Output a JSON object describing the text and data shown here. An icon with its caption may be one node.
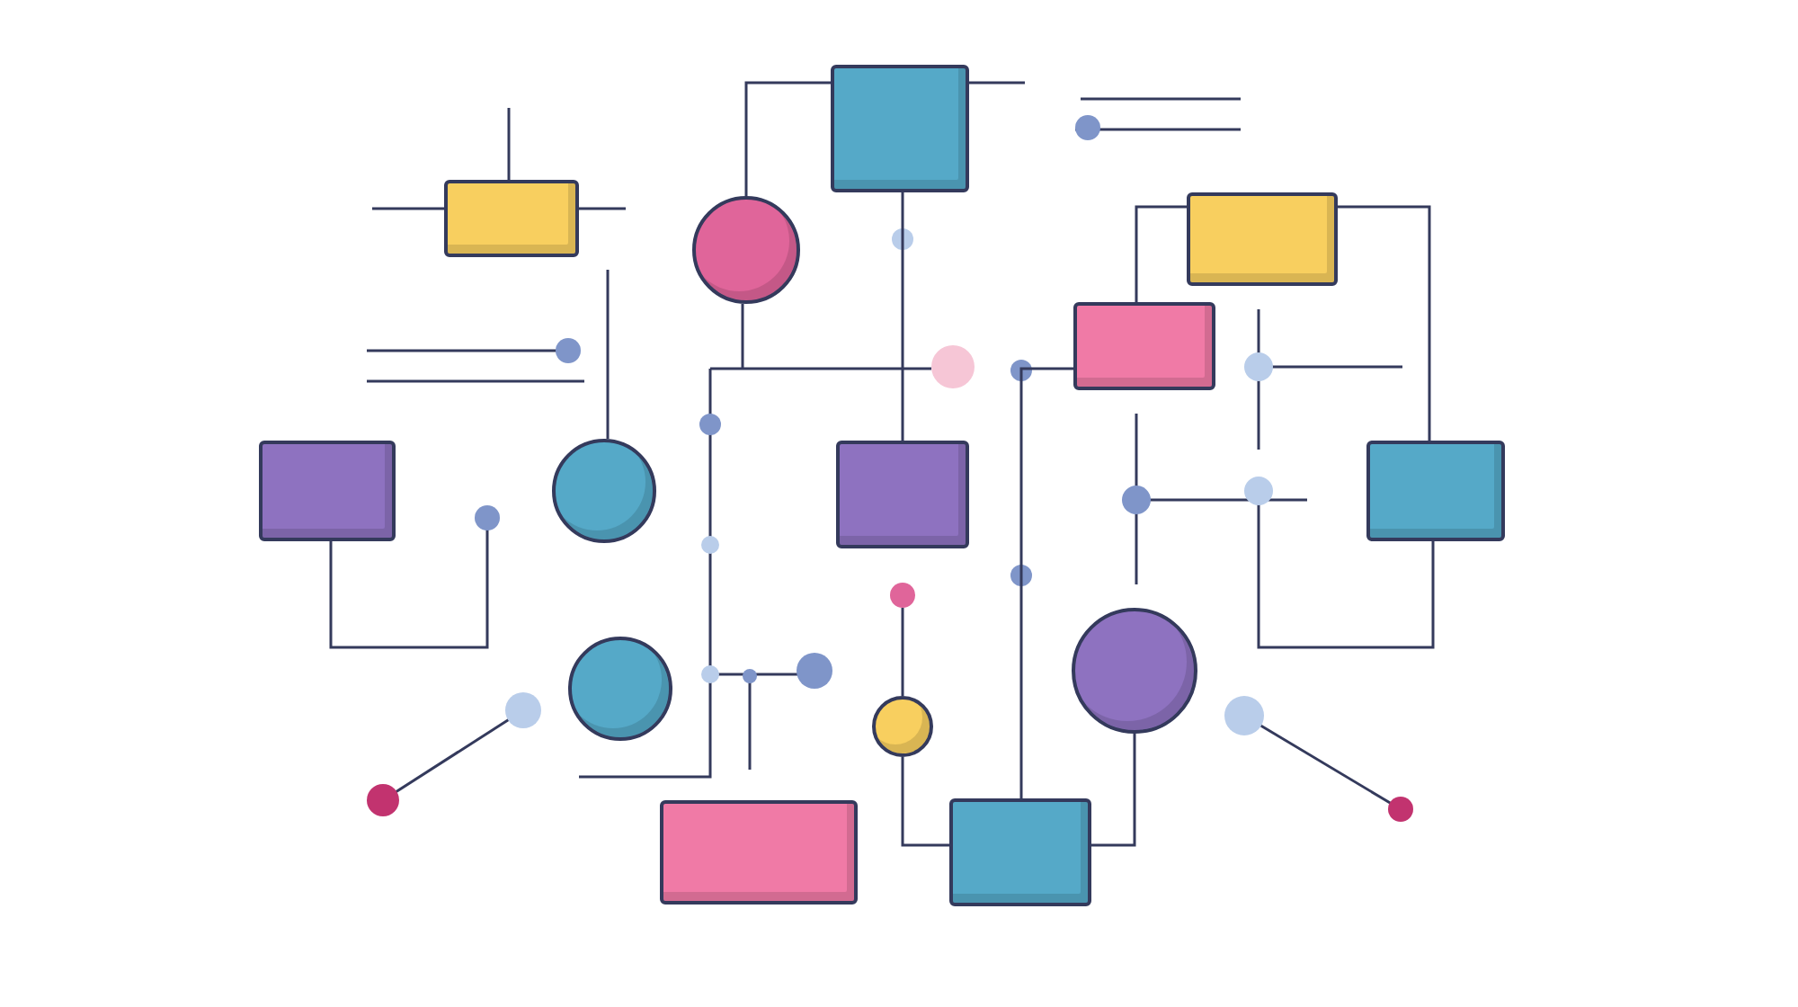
{
  "diagram": {
    "nodes": [
      {
        "text": [],
        "shape": "box"
      },
      {
        "text": [],
        "shape": "box"
      },
      {
        "text": [],
        "shape": "circle"
      },
      {
        "text": [],
        "shape": "box"
      },
      {
        "text": [],
        "shape": "box"
      },
      {
        "text": [],
        "shape": "box"
      },
      {
        "text": [],
        "shape": "circle"
      },
      {
        "text": [],
        "shape": "box"
      },
      {
        "text": [],
        "shape": "box"
      },
      {
        "text": [],
        "shape": "circle"
      },
      {
        "text": [],
        "shape": "circle"
      },
      {
        "text": [],
        "shape": "circle"
      },
      {
        "text": [],
        "shape": "box"
      },
      {
        "text": [],
        "shape": "box"
      }
    ],
    "edges": [
      {
        "from": 2,
        "to": 1,
        "arrow": "none"
      },
      {
        "from": 1,
        "to": 7,
        "arrow": "none"
      },
      {
        "from": 3,
        "to": 4,
        "arrow": "none"
      },
      {
        "from": 3,
        "to": 8,
        "arrow": "none"
      },
      {
        "from": 10,
        "to": 13,
        "arrow": "none"
      },
      {
        "from": 11,
        "to": 13,
        "arrow": "none"
      },
      {
        "from": 4,
        "to": 13,
        "arrow": "none"
      }
    ]
  }
}
